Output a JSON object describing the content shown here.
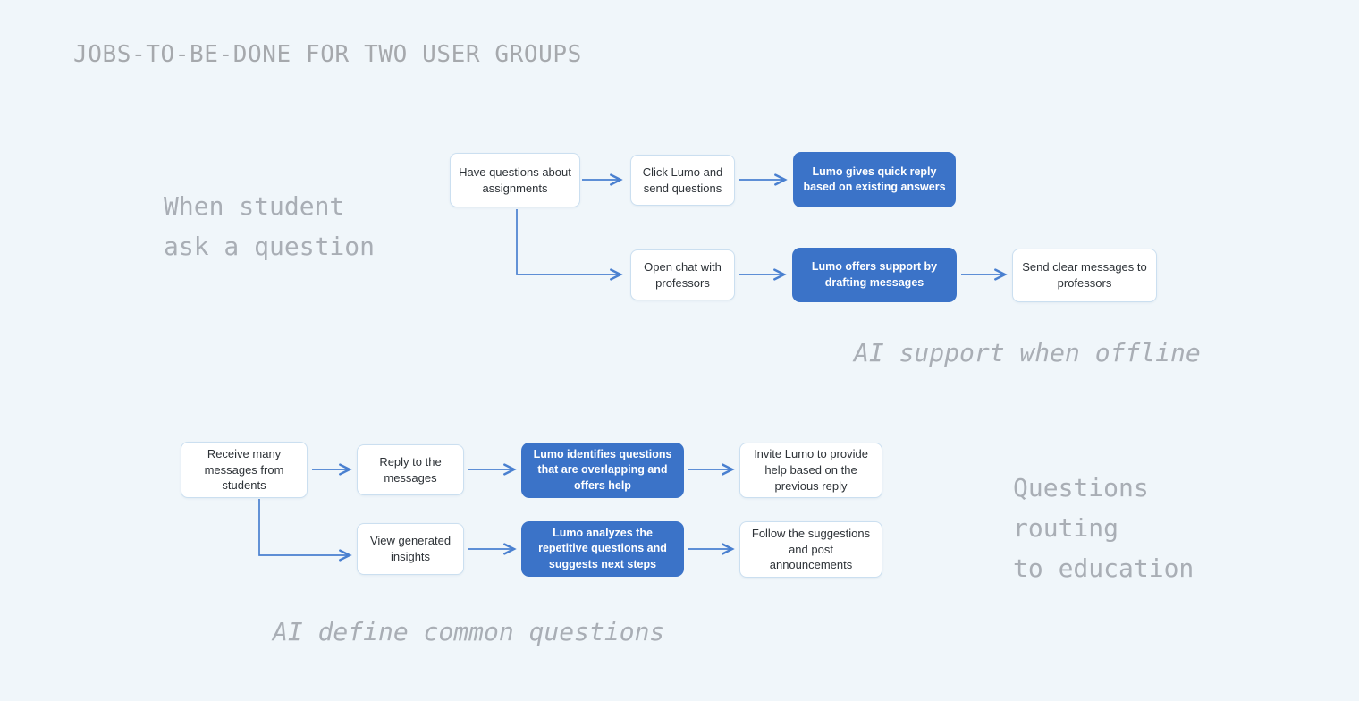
{
  "title": "JOBS-TO-BE-DONE FOR TWO USER GROUPS",
  "colors": {
    "background": "#f0f6fa",
    "box_bg": "#ffffff",
    "box_border": "#cbdff0",
    "box_text": "#2d3237",
    "highlight_bg": "#3b73c8",
    "highlight_text": "#ffffff",
    "connector": "#4a80d0",
    "muted_text": "#a9aeb5",
    "title_text": "#a6a9ad"
  },
  "flow_student": {
    "side_label": "When student\nask a question",
    "caption": "AI support when offline",
    "steps": {
      "have_questions": "Have questions about\nassignments",
      "click_lumo": "Click Lumo and\nsend questions",
      "quick_reply": "Lumo gives quick reply\nbased on existing answers",
      "open_chat": "Open chat with\nprofessors",
      "drafting": "Lumo offers support by\ndrafting messages",
      "send_clear": "Send clear messages to\nprofessors"
    }
  },
  "flow_professor": {
    "side_label": "Questions\nrouting\nto education",
    "caption": "AI define common questions",
    "steps": {
      "receive_messages": "Receive many\nmessages from\nstudents",
      "reply_messages": "Reply to the\nmessages",
      "identifies": "Lumo identifies questions\nthat are  overlapping and\noffers help",
      "invite_lumo": "Invite Lumo to provide\nhelp based on the\nprevious reply",
      "view_insights": "View generated\ninsights",
      "analyzes": "Lumo analyzes the\nrepetitive questions and\nsuggests next steps",
      "follow_suggestions": "Follow the suggestions\nand post\nannouncements"
    }
  }
}
